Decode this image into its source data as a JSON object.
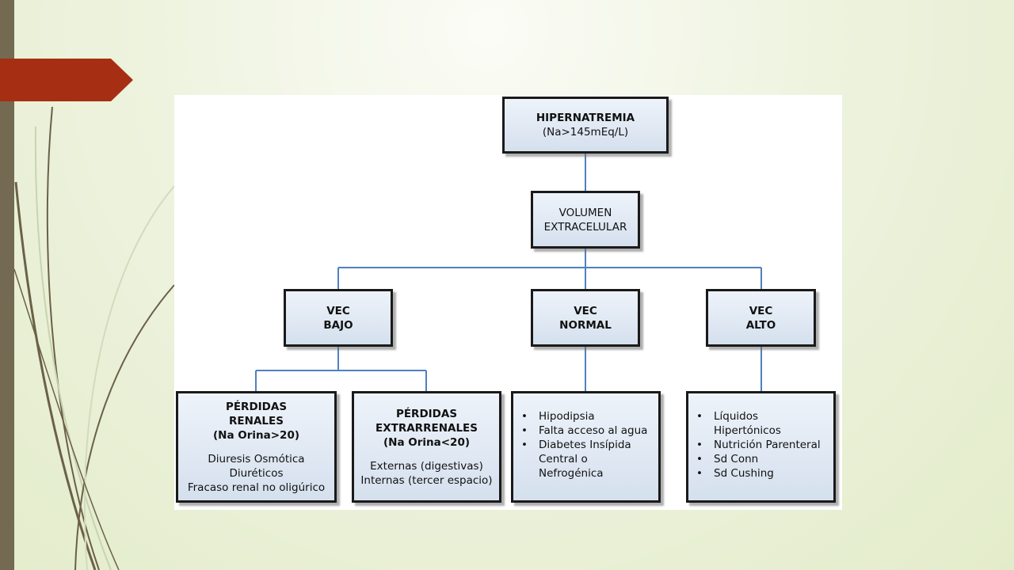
{
  "diagram": {
    "root": {
      "title": "HIPERNATREMIA",
      "subtitle": "(Na>145mEq/L)"
    },
    "volumen": {
      "line1": "VOLUMEN",
      "line2": "EXTRACELULAR"
    },
    "vec_bajo": {
      "line1": "VEC",
      "line2": "BAJO"
    },
    "vec_normal": {
      "line1": "VEC",
      "line2": "NORMAL"
    },
    "vec_alto": {
      "line1": "VEC",
      "line2": "ALTO"
    },
    "renales": {
      "line1": "PÉRDIDAS",
      "line2": "RENALES",
      "line3": "(Na Orina>20)",
      "details": [
        "Diuresis Osmótica",
        "Diuréticos",
        "Fracaso renal no oligúrico"
      ]
    },
    "extrarrenales": {
      "line1": "PÉRDIDAS",
      "line2": "EXTRARRENALES",
      "line3": "(Na Orina<20)",
      "details": [
        "Externas (digestivas)",
        "Internas (tercer espacio)"
      ]
    },
    "normal_causes": {
      "items": [
        {
          "lines": [
            "Hipodipsia"
          ]
        },
        {
          "lines": [
            "Falta acceso al agua"
          ]
        },
        {
          "lines": [
            "Diabetes Insípida",
            "Central o",
            "Nefrogénica"
          ]
        }
      ]
    },
    "alto_causes": {
      "items": [
        {
          "lines": [
            "Líquidos",
            "Hipertónicos"
          ]
        },
        {
          "lines": [
            "Nutrición Parenteral"
          ]
        },
        {
          "lines": [
            "Sd Conn"
          ]
        },
        {
          "lines": [
            "Sd Cushing"
          ]
        }
      ]
    }
  },
  "colors": {
    "connector": "#4f81bd",
    "node_border": "#1a1a1a",
    "accent_tab": "#a62f13",
    "left_bar": "#746a51"
  }
}
